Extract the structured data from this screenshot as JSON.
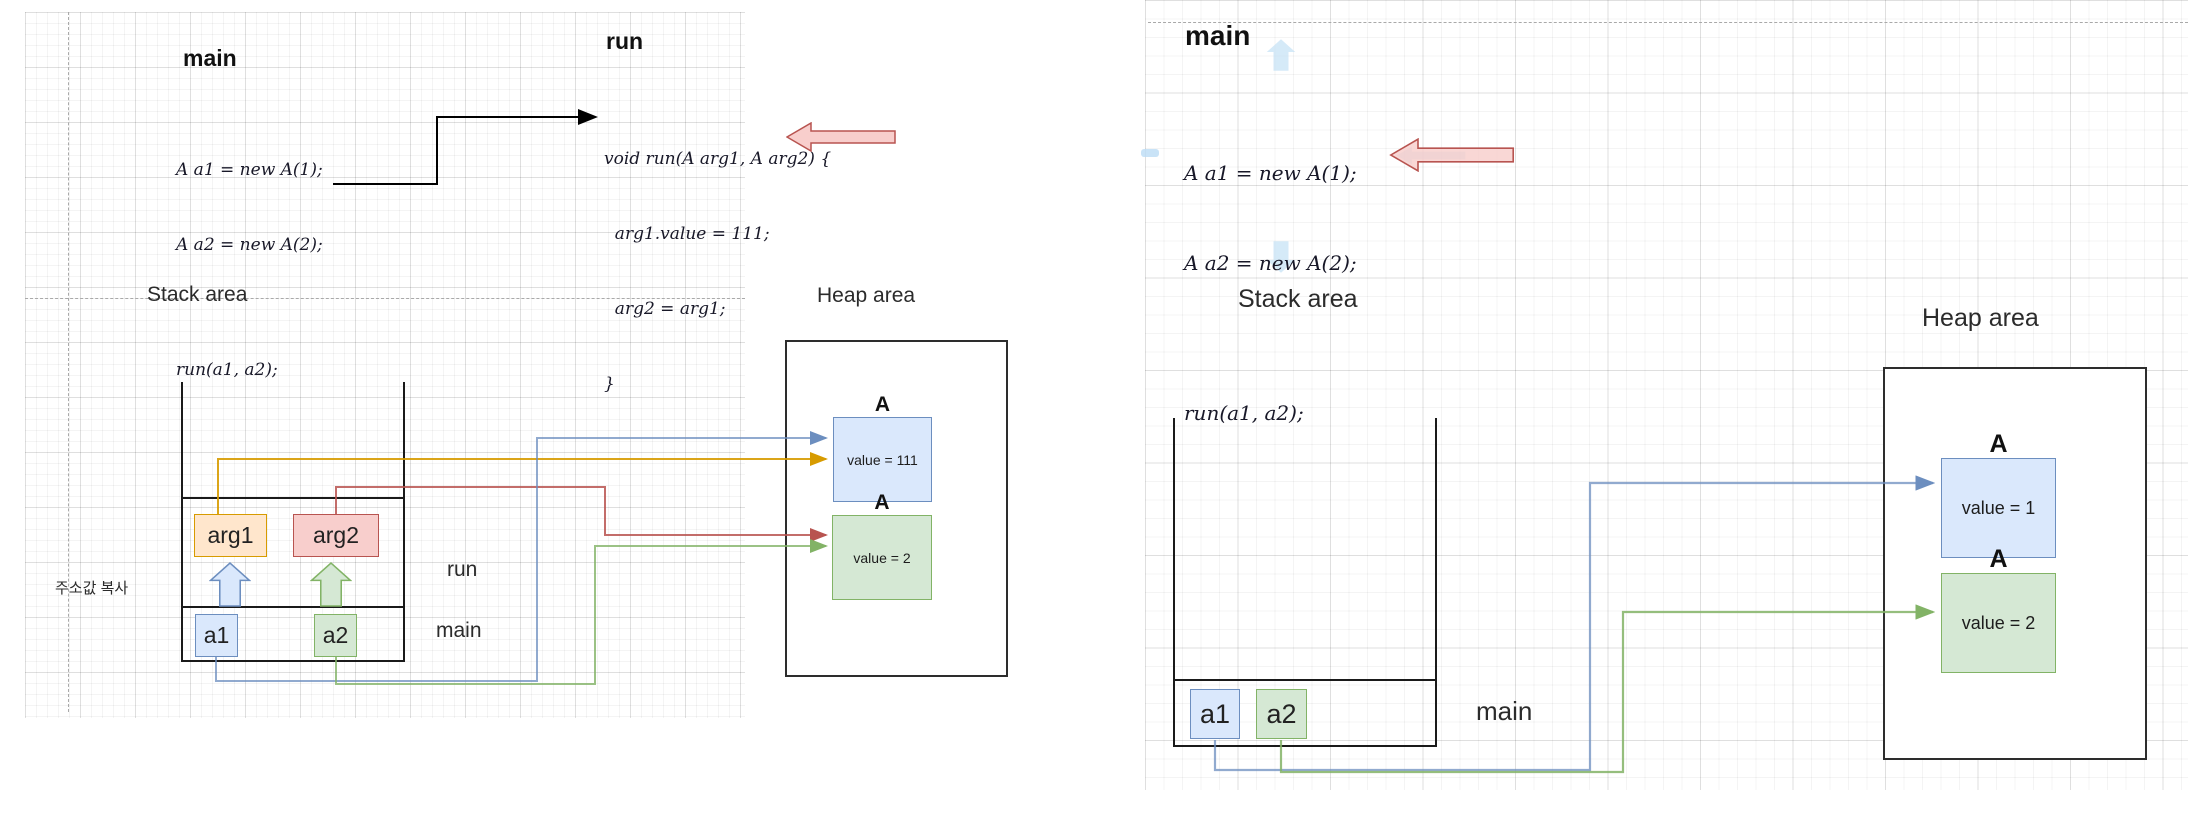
{
  "left": {
    "main_title": "main",
    "main_code": [
      "A a1 = new A(1);",
      "A a2 = new A(2);",
      "",
      "run(a1, a2);"
    ],
    "run_title": "run",
    "run_code": [
      "void run(A arg1, A arg2) {",
      "  arg1.value = 111;",
      "  arg2 = arg1;",
      "}"
    ],
    "stack_label": "Stack area",
    "heap_label": "Heap area",
    "korean_note": "주소값 복사",
    "frame_run_label": "run",
    "frame_main_label": "main",
    "vars": {
      "arg1": "arg1",
      "arg2": "arg2",
      "a1": "a1",
      "a2": "a2"
    },
    "heap_objects": [
      {
        "class_name": "A",
        "value_text": "value = 111",
        "color": "blue"
      },
      {
        "class_name": "A",
        "value_text": "value = 2",
        "color": "green"
      }
    ]
  },
  "right": {
    "main_title": "main",
    "main_code": [
      "A a1 = new A(1);",
      "A a2 = new A(2);",
      "",
      "run(a1, a2);"
    ],
    "stack_label": "Stack area",
    "heap_label": "Heap area",
    "frame_main_label": "main",
    "vars": {
      "a1": "a1",
      "a2": "a2"
    },
    "heap_objects": [
      {
        "class_name": "A",
        "value_text": "value = 1",
        "color": "blue"
      },
      {
        "class_name": "A",
        "value_text": "value = 2",
        "color": "green"
      }
    ]
  },
  "colors": {
    "blue_fill": "#dae8fc",
    "blue_stroke": "#6c8ebf",
    "green_fill": "#d5e8d4",
    "green_stroke": "#82b366",
    "orange_fill": "#ffe6cc",
    "orange_stroke": "#d79b00",
    "red_fill": "#f8cecc",
    "red_stroke": "#b85450",
    "light_blue_arrow": "#c7e3f6",
    "connector_black": "#000000",
    "grid_line": "#e8e8e8",
    "dashed_guide": "#a9a9a9"
  }
}
